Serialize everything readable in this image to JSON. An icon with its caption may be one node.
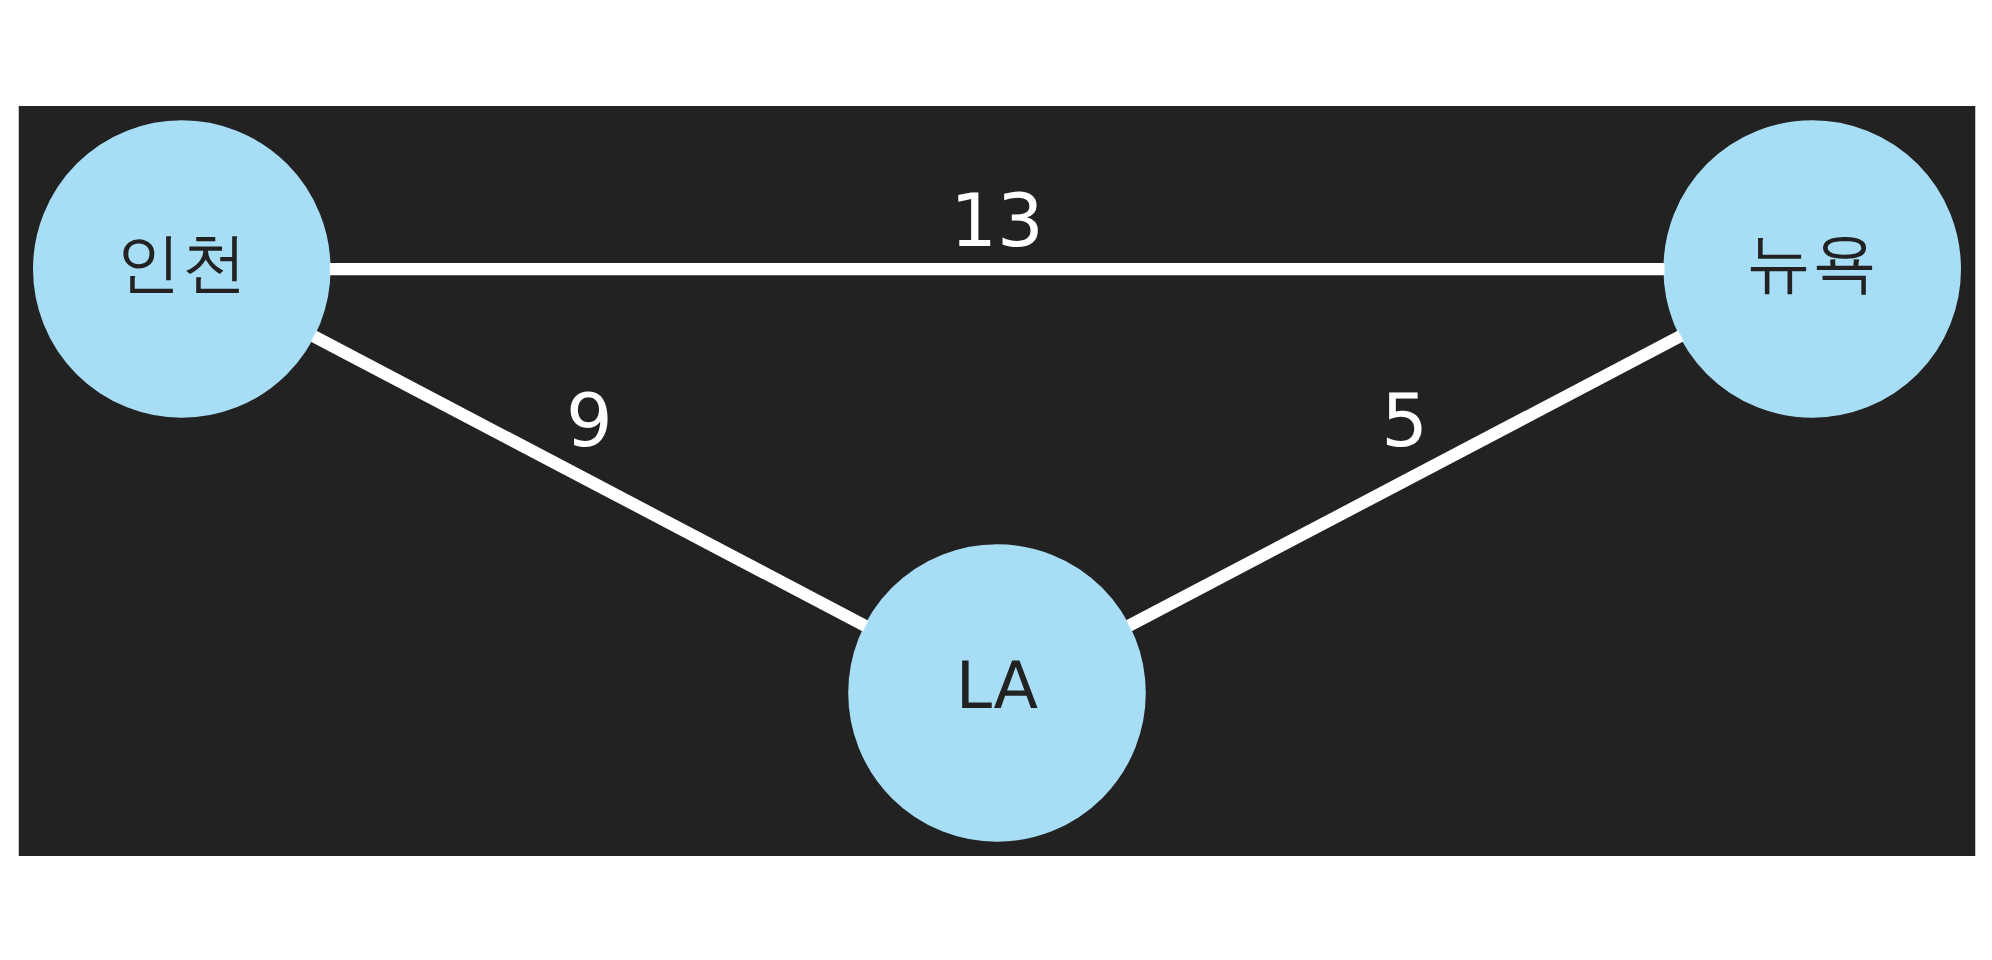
{
  "diagram": {
    "nodes": [
      {
        "text": [
          "인천"
        ]
      },
      {
        "text": [
          "뉴욕"
        ]
      },
      {
        "text": [
          "LA"
        ]
      }
    ],
    "edges": [
      {
        "from": 0,
        "to": 1,
        "arrow": "none",
        "label": "13"
      },
      {
        "from": 0,
        "to": 2,
        "arrow": "none",
        "label": "9"
      },
      {
        "from": 2,
        "to": 1,
        "arrow": "none",
        "label": "5"
      }
    ]
  }
}
